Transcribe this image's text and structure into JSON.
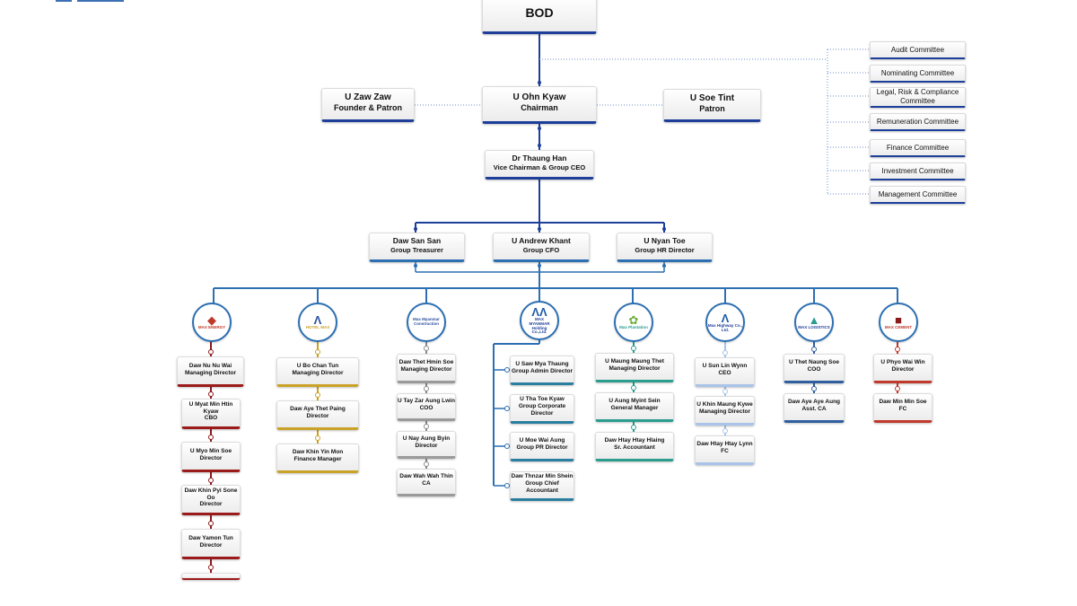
{
  "bod": {
    "label": "BOD"
  },
  "founder": {
    "name": "U Zaw Zaw",
    "title": "Founder & Patron"
  },
  "chairman": {
    "name": "U Ohn Kyaw",
    "title": "Chairman"
  },
  "patron": {
    "name": "U Soe Tint",
    "title": "Patron"
  },
  "vice": {
    "name": "Dr Thaung Han",
    "title": "Vice Chairman & Group CEO"
  },
  "committees": [
    "Audit Committee",
    "Nominating Committee",
    "Legal, Risk & Compliance Committee",
    "Remuneration Committee",
    "Finance Committee",
    "Investment Committee",
    "Management Committee"
  ],
  "cfo_row": [
    {
      "name": "Daw San San",
      "title": "Group Treasurer"
    },
    {
      "name": "U Andrew Khant",
      "title": "Group CFO"
    },
    {
      "name": "U Nyan Toe",
      "title": "Group HR Director"
    }
  ],
  "companies": [
    {
      "logo_text": "MAX ENERGY",
      "color": "#9b1b1b",
      "people": [
        {
          "name": "Daw Nu Nu Wai",
          "title": "Managing Director"
        },
        {
          "name": "U Myat Min Htin Kyaw",
          "title": "CBO"
        },
        {
          "name": "U Myo Min Soe",
          "title": "Director"
        },
        {
          "name": "Daw Khin Pyi Sone Oo",
          "title": "Director"
        },
        {
          "name": "Daw Yamon Tun",
          "title": "Director"
        }
      ]
    },
    {
      "logo_text": "HOTEL MAX",
      "color": "#c9a227",
      "people": [
        {
          "name": "U Bo Chan Tun",
          "title": "Managing Director"
        },
        {
          "name": "Daw Aye Thet Paing",
          "title": "Director"
        },
        {
          "name": "Daw Khin Yin Mon",
          "title": "Finance Manager"
        }
      ]
    },
    {
      "logo_text": "Max Myanmar Construction",
      "color": "#9a9a9a",
      "people": [
        {
          "name": "Daw Thet Hmin Soe",
          "title": "Managing Director"
        },
        {
          "name": "U Tay Zar Aung Lwin",
          "title": "COO"
        },
        {
          "name": "U Nay Aung Byin",
          "title": "Director"
        },
        {
          "name": "Daw Wah Wah Thin",
          "title": "CA"
        }
      ]
    },
    {
      "logo_text": "MAX MYANMAR Holding Co.,Ltd.",
      "color": "#2b6f93",
      "people": [
        {
          "name": "U Saw Mya Thaung",
          "title": "Group Admin Director"
        },
        {
          "name": "U Tha Toe Kyaw",
          "title": "Group Corporate Director"
        },
        {
          "name": "U Moe Wai Aung",
          "title": "Group PR Director"
        },
        {
          "name": "Daw Thnzar Min Shein",
          "title": "Group Chief Accountant"
        }
      ]
    },
    {
      "logo_text": "Max Plantation",
      "color": "#2a9d8f",
      "people": [
        {
          "name": "U Maung Maung Thet",
          "title": "Managing Director"
        },
        {
          "name": "U Aung Myint Sein",
          "title": "General Manager"
        },
        {
          "name": "Daw Htay Htay Hlaing",
          "title": "Sr. Accountant"
        }
      ]
    },
    {
      "logo_text": "Max Highway Co., Ltd.",
      "color": "#a9c4e8",
      "people": [
        {
          "name": "U Sun Lin Wynn",
          "title": "CEO"
        },
        {
          "name": "U Khin Maung Kywe",
          "title": "Managing Director"
        },
        {
          "name": "Daw Htay Htay Lynn",
          "title": "FC"
        }
      ]
    },
    {
      "logo_text": "MAX LOGISTICS",
      "color": "#2f5f9e",
      "people": [
        {
          "name": "U Thet Naung Soe",
          "title": "COO"
        },
        {
          "name": "Daw Aye Aye Aung",
          "title": "Asst. CA"
        }
      ]
    },
    {
      "logo_text": "MAX CEMENT",
      "color": "#c0392b",
      "people": [
        {
          "name": "U Phyo Wai Win",
          "title": "Director"
        },
        {
          "name": "Daw Min Min Soe",
          "title": "FC"
        }
      ]
    }
  ],
  "colors": {
    "navy": "#1d3f9a",
    "blue": "#2c6fb2",
    "teal": "#2a7ea0"
  }
}
